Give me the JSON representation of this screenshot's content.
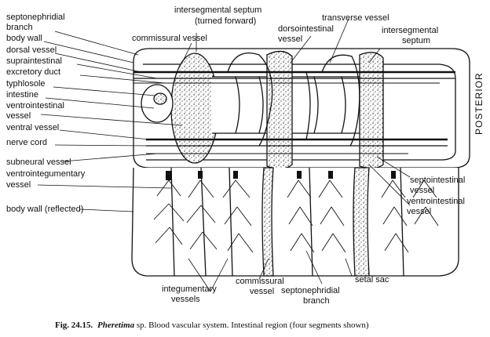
{
  "labels": {
    "septonephridial_branch_top": [
      "septonephridial",
      "branch"
    ],
    "body_wall": "body wall",
    "dorsal_vessel": "dorsal vessel",
    "supraintestinal": "supraintestinal",
    "excretory_duct": "excretory duct",
    "typhlosole": "typhlosole",
    "intestine": "intestine",
    "ventrointestinal_vessel_left": [
      "ventrointestinal",
      "vessel"
    ],
    "ventral_vessel": "ventral vessel",
    "nerve_cord": "nerve cord",
    "subneural_vessel": "subneural vessel",
    "ventrointegumentary_vessel": [
      "ventrointegumentary",
      "vessel"
    ],
    "body_wall_reflected": "body wall (reflected)",
    "intersegmental_septum_top": [
      "intersegmental septum",
      "(turned forward)"
    ],
    "commissural_vessel_top": "commissural vessel",
    "dorsointestinal_vessel": [
      "dorsointestinal",
      "vessel"
    ],
    "transverse_vessel": "transverse vessel",
    "intersegmental_septum_right": [
      "intersegmental",
      "septum"
    ],
    "posterior": "POSTERIOR",
    "septointestinal_vessel": [
      "septointestinal",
      "vessel"
    ],
    "ventrointestinal_vessel_right": [
      "ventrointestinal",
      "vessel"
    ],
    "setal_sac": "setal sac",
    "integumentary_vessels": [
      "integumentary",
      "vessels"
    ],
    "commissural_vessel_bottom": [
      "commissural",
      "vessel"
    ],
    "septonephridial_branch_bottom": [
      "septonephridial",
      "branch"
    ]
  },
  "caption": {
    "fig_no": "Fig. 24.15.",
    "genus": "Pheretima",
    "rest": " sp. Blood vascular system. Intestinal region (four segments shown)"
  }
}
